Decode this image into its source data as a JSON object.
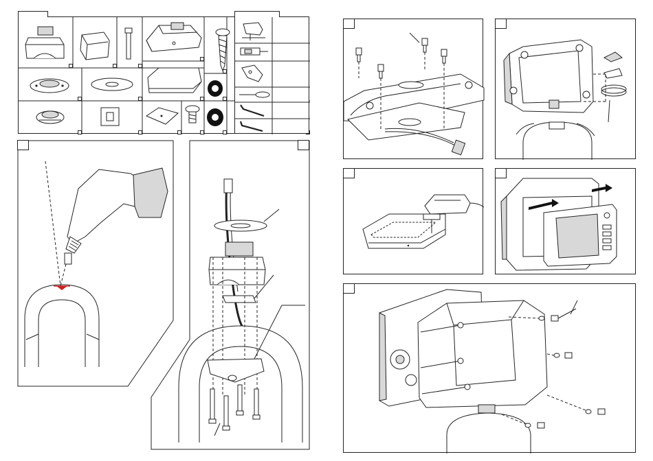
{
  "page": {
    "title": ""
  },
  "parts_panel": {
    "items": [
      {
        "id": "swivel-base"
      },
      {
        "id": "clamp-block"
      },
      {
        "id": "long-bolt"
      },
      {
        "id": "gimbal-housing"
      },
      {
        "id": "long-screw"
      },
      {
        "id": "round-mount-plate"
      },
      {
        "id": "flat-washer"
      },
      {
        "id": "display-cover"
      },
      {
        "id": "black-o-ring"
      },
      {
        "id": "knurled-nut"
      },
      {
        "id": "square-gasket"
      },
      {
        "id": "small-plate"
      },
      {
        "id": "pan-screw"
      },
      {
        "id": "thick-o-ring"
      }
    ]
  },
  "tools_panel": {
    "items": [
      {
        "id": "jigsaw-tool"
      },
      {
        "id": "drill-bit"
      },
      {
        "id": "bracket-clip"
      },
      {
        "id": "screwdriver"
      },
      {
        "id": "allen-key-large"
      },
      {
        "id": "allen-key-small"
      }
    ]
  },
  "steps": [
    {
      "id": "step-drill"
    },
    {
      "id": "step-assemble-mount"
    },
    {
      "id": "step-screw-base"
    },
    {
      "id": "step-attach-housing"
    },
    {
      "id": "step-cut-template"
    },
    {
      "id": "step-insert-display"
    },
    {
      "id": "step-final-assembly"
    }
  ],
  "colors": {
    "line": "#222222",
    "marker": "#cc2222",
    "gray": "#d8d8d8",
    "o_ring": "#111111"
  }
}
